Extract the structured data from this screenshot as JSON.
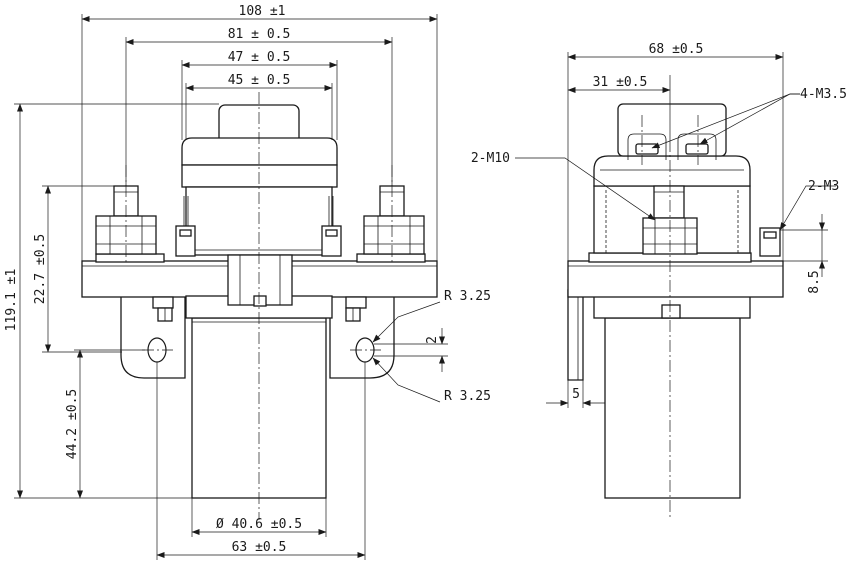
{
  "front_view": {
    "dim_width_overall": "108 ±1",
    "dim_terminal_spacing": "81 ± 0.5",
    "dim_cover_width": "47 ± 0.5",
    "dim_cover_inner": "45 ± 0.5",
    "dim_total_height": "119.1 ±1",
    "dim_terminal_height": "22.7 ±0.5",
    "dim_hole_height": "44.2 ±0.5",
    "dim_body_diameter": "Ø 40.6 ±0.5",
    "dim_hole_spacing": "63 ±0.5",
    "dim_radius_top": "R 3.25",
    "dim_radius_bottom": "R 3.25",
    "dim_slot": "2"
  },
  "side_view": {
    "dim_depth": "68 ±0.5",
    "dim_offset": "31 ±0.5",
    "label_coil_screws": "4-M3.5",
    "label_main_studs": "2-M10",
    "label_aux_screws": "2-M3",
    "dim_flange_height": "8.5",
    "dim_bracket": "5"
  },
  "colors": {
    "line": "#1a1a1a",
    "background": "#ffffff"
  }
}
